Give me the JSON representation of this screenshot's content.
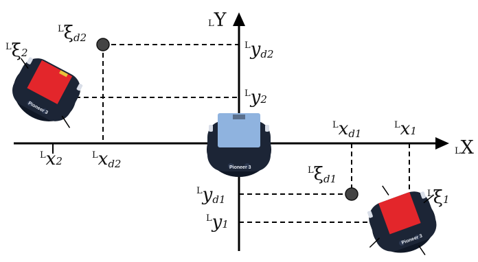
{
  "axes": {
    "x": {
      "pre": "L",
      "main": "X"
    },
    "y": {
      "pre": "L",
      "main": "Y"
    }
  },
  "labels": {
    "xi2": {
      "pre": "L",
      "main": "ξ",
      "sub": "2"
    },
    "xid2": {
      "pre": "L",
      "main": "ξ",
      "sub": "d2"
    },
    "xid1": {
      "pre": "L",
      "main": "ξ",
      "sub": "d1"
    },
    "xi1": {
      "pre": "L",
      "main": "ξ",
      "sub": "1"
    },
    "yd2": {
      "pre": "L",
      "main": "y",
      "sub": "d2"
    },
    "y2": {
      "pre": "L",
      "main": "y",
      "sub": "2"
    },
    "yd1": {
      "pre": "L",
      "main": "y",
      "sub": "d1"
    },
    "y1": {
      "pre": "L",
      "main": "y",
      "sub": "1"
    },
    "x2": {
      "pre": "L",
      "main": "x",
      "sub": "2"
    },
    "xd2": {
      "pre": "L",
      "main": "x",
      "sub": "d2"
    },
    "xd1": {
      "pre": "L",
      "main": "x",
      "sub": "d1"
    },
    "x1": {
      "pre": "L",
      "main": "x",
      "sub": "1"
    }
  },
  "robots": {
    "brand": "Pioneer 3",
    "colors": {
      "body": "#1c2536",
      "leader_top": "#8fb3df",
      "follower_top": "#e3262b",
      "target": "#444444"
    }
  }
}
